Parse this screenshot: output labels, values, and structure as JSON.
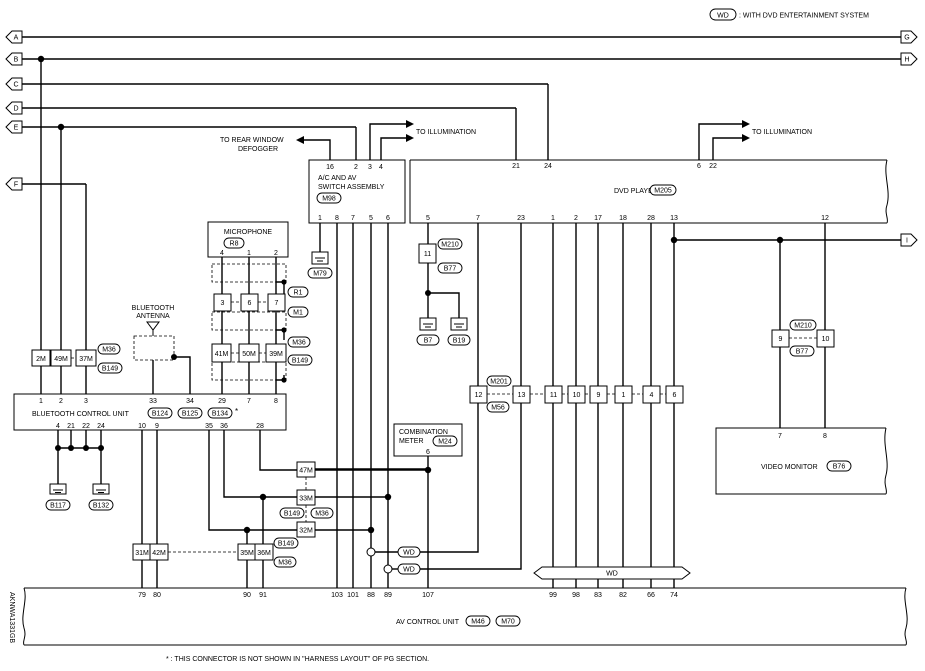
{
  "legend": {
    "wd_code": "WD",
    "wd_text": ": WITH DVD ENTERTAINMENT SYSTEM"
  },
  "bus_labels": {
    "A": "A",
    "B": "B",
    "C": "C",
    "D": "D",
    "E": "E",
    "F": "F",
    "G": "G",
    "H": "H",
    "I": "I"
  },
  "labels": {
    "to_rear_window_line1": "TO REAR WINDOW",
    "to_rear_window_line2": "DEFOGGER",
    "to_illumination": "TO ILLUMINATION",
    "ac_av_line1": "A/C AND AV",
    "ac_av_line2": "SWITCH ASSEMBLY",
    "dvd_player": "DVD PLAYER",
    "microphone": "MICROPHONE",
    "bluetooth_antenna_line1": "BLUETOOTH",
    "bluetooth_antenna_line2": "ANTENNA",
    "bluetooth_control_unit": "BLUETOOTH CONTROL UNIT",
    "combination_meter_line1": "COMBINATION",
    "combination_meter_line2": "METER",
    "video_monitor": "VIDEO MONITOR",
    "av_control_unit": "AV CONTROL UNIT",
    "wd": "WD",
    "asterisk": "*",
    "footnote": "* : THIS CONNECTOR IS NOT SHOWN IN \"HARNESS LAYOUT\" OF PG SECTION.",
    "side_code": "AKNWA1331GB"
  },
  "connectors": {
    "M98": "M98",
    "M205": "M205",
    "R8": "R8",
    "M79": "M79",
    "M210": "M210",
    "B77": "B77",
    "B7": "B7",
    "B19": "B19",
    "R1": "R1",
    "M1": "M1",
    "M36": "M36",
    "B149": "B149",
    "B124": "B124",
    "B125": "B125",
    "B134": "B134",
    "M24": "M24",
    "M201": "M201",
    "M56": "M56",
    "B76": "B76",
    "B117": "B117",
    "B132": "B132",
    "M46": "M46",
    "M70": "M70"
  },
  "terminals": {
    "ac_top": [
      "16",
      "2",
      "3",
      "4"
    ],
    "ac_bottom": [
      "1",
      "8",
      "7",
      "5",
      "6"
    ],
    "dvd_top": [
      "21",
      "24",
      "6",
      "22"
    ],
    "dvd_bottom": [
      "5",
      "7",
      "23",
      "1",
      "2",
      "17",
      "18",
      "28",
      "13",
      "12"
    ],
    "mic": [
      "4",
      "1",
      "2"
    ],
    "bcu_top": [
      "1",
      "2",
      "3",
      "33",
      "34",
      "29",
      "7",
      "8"
    ],
    "bcu_bottom": [
      "4",
      "21",
      "22",
      "24",
      "10",
      "9",
      "35",
      "36",
      "28"
    ],
    "combo": [
      "6"
    ],
    "video": [
      "7",
      "8"
    ],
    "av_bottom": [
      "79",
      "80",
      "90",
      "91",
      "103",
      "101",
      "88",
      "89",
      "107",
      "99",
      "98",
      "83",
      "82",
      "66",
      "74"
    ],
    "jc_mid": [
      "3",
      "6",
      "7"
    ],
    "jc_mid2": [
      "41M",
      "50M",
      "39M"
    ],
    "jc_left": [
      "2M",
      "49M",
      "37M"
    ],
    "jc_dvd_row": [
      "12",
      "13",
      "11",
      "10",
      "9",
      "1",
      "4",
      "6"
    ],
    "jc_11": "11",
    "jc_video": [
      "9",
      "10"
    ],
    "jc_stack": [
      "47M",
      "33M",
      "32M"
    ],
    "jc_bottom_left": [
      "31M",
      "42M"
    ],
    "jc_bottom_mid": [
      "35M",
      "36M"
    ]
  }
}
